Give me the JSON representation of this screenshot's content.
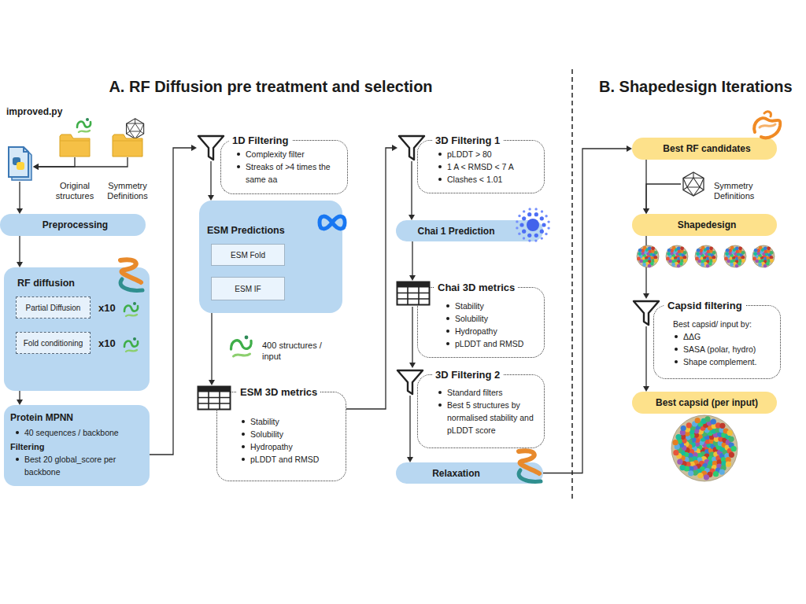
{
  "diagram": {
    "nodes": [
      {
        "text": [
          "improved.py"
        ]
      },
      {
        "text": [
          "Original structures"
        ]
      },
      {
        "text": [
          "Symmetry Definitions"
        ]
      },
      {
        "text": [
          "Preprocessing"
        ]
      },
      {
        "text": [
          "RF diffusion"
        ]
      },
      {
        "text": [
          "Partial Diffusion"
        ],
        "in": 4
      },
      {
        "text": [
          "Fold conditioning"
        ],
        "in": 4
      },
      {
        "text": [
          "Protein MPNN",
          "40 sequences / backbone",
          "Filtering",
          "Best 20 global_score per backbone"
        ]
      },
      {
        "text": [
          "1D Filtering",
          "Complexity filter",
          "Streaks of >4 times the same aa"
        ]
      },
      {
        "text": [
          "ESM Predictions"
        ]
      },
      {
        "text": [
          "ESM Fold"
        ],
        "in": 9
      },
      {
        "text": [
          "ESM IF"
        ],
        "in": 9
      },
      {
        "text": [
          "ESM 3D metrics",
          "Stability",
          "Solubility",
          "Hydropathy",
          "pLDDT and RMSD"
        ]
      },
      {
        "text": [
          "3D Filtering 1",
          "pLDDT > 80",
          "1 A < RMSD < 7 A",
          "Clashes < 1.01"
        ]
      },
      {
        "text": [
          "Chai 1 Prediction"
        ]
      },
      {
        "text": [
          "Chai 3D metrics",
          "Stability",
          "Solubility",
          "Hydropathy",
          "pLDDT and RMSD"
        ]
      },
      {
        "text": [
          "3D Filtering 2",
          "Standard filters",
          "Best 5 structures by normalised stability and pLDDT score"
        ]
      },
      {
        "text": [
          "Relaxation"
        ]
      },
      {
        "text": [
          "Best RF candidates"
        ]
      },
      {
        "text": [
          "Symmetry Definitions"
        ]
      },
      {
        "text": [
          "Shapedesign"
        ]
      },
      {
        "text": [
          "Capsid filtering",
          "Best capsid/ input by:",
          "ΔΔG",
          "SASA (polar, hydro)",
          "Shape complement."
        ]
      },
      {
        "text": [
          "Best capsid (per input)"
        ]
      }
    ],
    "edges": [
      {
        "from": 1,
        "to": 0,
        "arrow": "to"
      },
      {
        "from": 2,
        "to": 0,
        "arrow": "to"
      },
      {
        "from": 0,
        "to": 3,
        "arrow": "to"
      },
      {
        "from": 3,
        "to": 4,
        "arrow": "to"
      },
      {
        "from": 4,
        "to": 7,
        "arrow": "to"
      },
      {
        "from": 7,
        "to": 8,
        "arrow": "to"
      },
      {
        "from": 8,
        "to": 9,
        "arrow": "to"
      },
      {
        "from": 9,
        "to": 12,
        "arrow": "to"
      },
      {
        "from": 12,
        "to": 13,
        "arrow": "to"
      },
      {
        "from": 13,
        "to": 14,
        "arrow": "to"
      },
      {
        "from": 14,
        "to": 15,
        "arrow": "to"
      },
      {
        "from": 15,
        "to": 16,
        "arrow": "to"
      },
      {
        "from": 16,
        "to": 17,
        "arrow": "to"
      },
      {
        "from": 17,
        "to": 18,
        "arrow": "to"
      },
      {
        "from": 18,
        "to": 20,
        "arrow": "to"
      },
      {
        "from": 19,
        "to": 20,
        "arrow": "to"
      },
      {
        "from": 20,
        "to": 21,
        "arrow": "to"
      },
      {
        "from": 21,
        "to": 22,
        "arrow": "to"
      }
    ],
    "labels": [
      "A. RF Diffusion pre treatment and selection",
      "B. Shapedesign Iterations",
      "x10",
      "x10",
      "400 structures / input"
    ]
  }
}
